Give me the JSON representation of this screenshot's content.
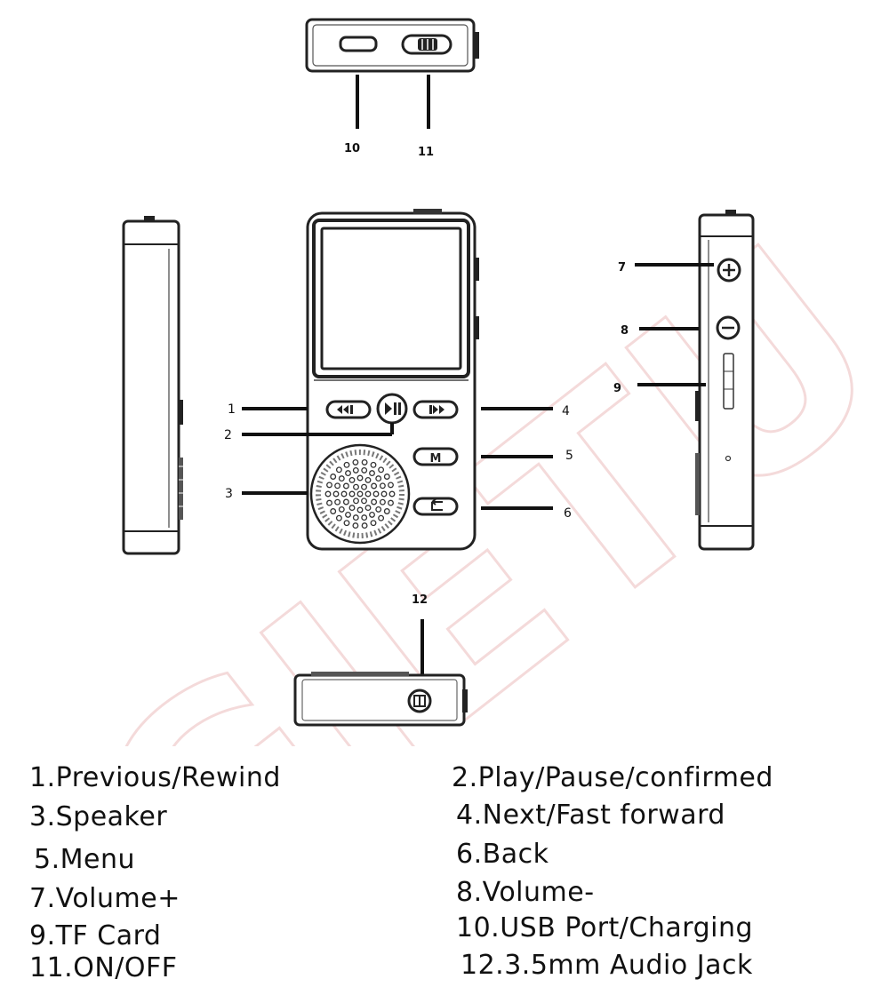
{
  "watermark": "GIETU",
  "callouts": {
    "c1": "1",
    "c2": "2",
    "c3": "3",
    "c4": "4",
    "c5": "5",
    "c6": "6",
    "c7": "7",
    "c8": "8",
    "c9": "9",
    "c10": "10",
    "c11": "11",
    "c12": "12"
  },
  "buttons": {
    "menu": "M"
  },
  "legend": [
    {
      "num": "1.",
      "text": "Previous/Rewind"
    },
    {
      "num": "2.",
      "text": "Play/Pause/confirmed"
    },
    {
      "num": "3.",
      "text": "Speaker"
    },
    {
      "num": "4.",
      "text": "Next/Fast forward"
    },
    {
      "num": "5.",
      "text": "Menu"
    },
    {
      "num": "6.",
      "text": "Back"
    },
    {
      "num": "7.",
      "text": "Volume+"
    },
    {
      "num": "8.",
      "text": "Volume-"
    },
    {
      "num": "9.",
      "text": "TF Card"
    },
    {
      "num": "10.",
      "text": "USB Port/Charging"
    },
    {
      "num": "11.",
      "text": "ON/OFF"
    },
    {
      "num": "12.",
      "text": "3.5mm Audio Jack"
    }
  ]
}
